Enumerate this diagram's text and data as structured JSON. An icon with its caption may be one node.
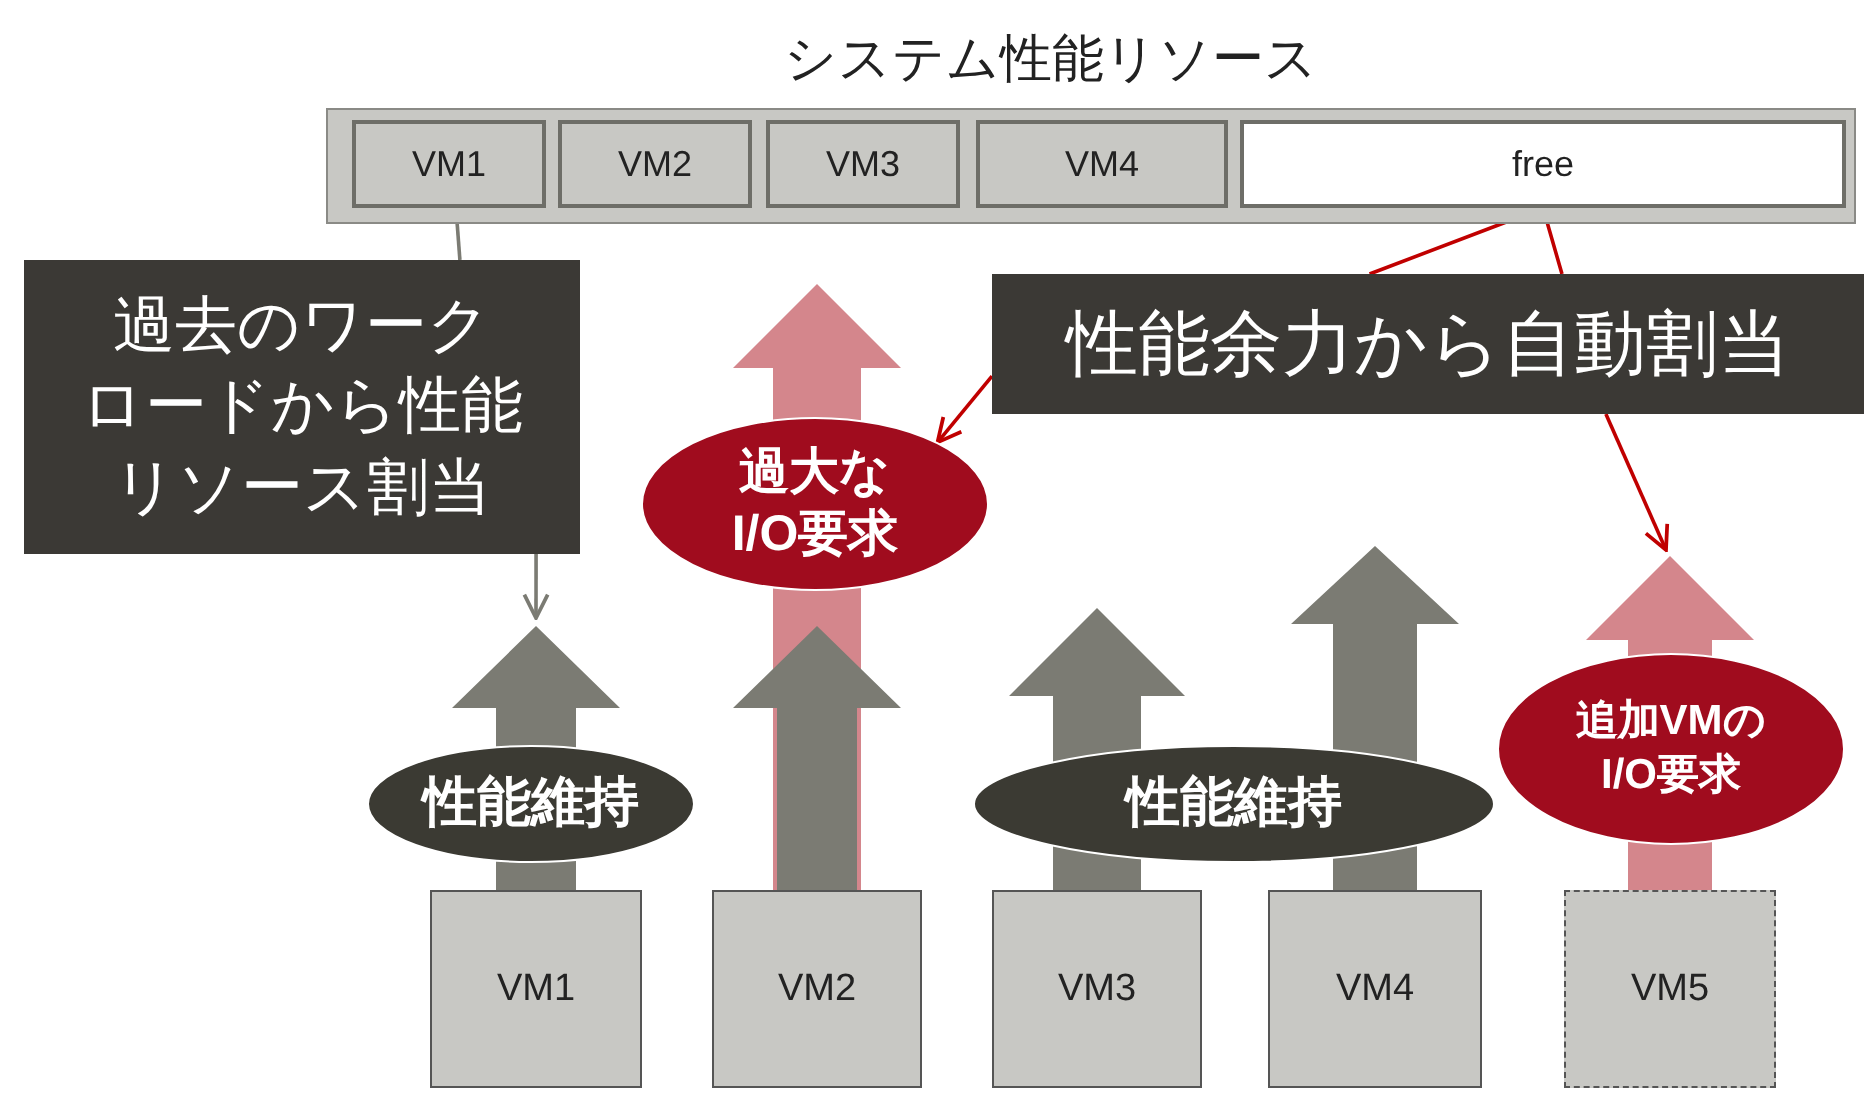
{
  "diagram": {
    "nodes": [
      {
        "text": [
          "システム性能リソース"
        ]
      },
      {
        "text": [
          "VM1"
        ],
        "in": 0
      },
      {
        "text": [
          "VM2"
        ],
        "in": 0
      },
      {
        "text": [
          "VM3"
        ],
        "in": 0
      },
      {
        "text": [
          "VM4"
        ],
        "in": 0
      },
      {
        "text": [
          "free"
        ],
        "in": 0
      },
      {
        "text": [
          "過去のワークロードから性能リソース割当"
        ]
      },
      {
        "text": [
          "性能余力から自動割当"
        ]
      },
      {
        "text": [
          "過大なI/O要求"
        ]
      },
      {
        "text": [
          "性能維持"
        ]
      },
      {
        "text": [
          "性能維持"
        ]
      },
      {
        "text": [
          "追加VMのI/O要求"
        ]
      },
      {
        "text": [
          "VM1"
        ]
      },
      {
        "text": [
          "VM2"
        ]
      },
      {
        "text": [
          "VM3"
        ]
      },
      {
        "text": [
          "VM4"
        ]
      },
      {
        "text": [
          "VM5"
        ]
      }
    ],
    "edges": [
      {
        "from": 12,
        "to": null,
        "arrow": "to",
        "style": "thick",
        "color": "#7b7b73"
      },
      {
        "from": 13,
        "to": null,
        "arrow": "to",
        "style": "thick",
        "color": "#d4868c"
      },
      {
        "from": 13,
        "to": null,
        "arrow": "to",
        "style": "thick",
        "color": "#7b7b73"
      },
      {
        "from": 14,
        "to": null,
        "arrow": "to",
        "style": "thick",
        "color": "#7b7b73"
      },
      {
        "from": 15,
        "to": null,
        "arrow": "to",
        "style": "thick",
        "color": "#7b7b73"
      },
      {
        "from": 16,
        "to": null,
        "arrow": "to",
        "style": "thick",
        "color": "#d4868c"
      },
      {
        "from": 1,
        "to": 6,
        "arrow": "none",
        "color": "#7b7b73"
      },
      {
        "from": 6,
        "to": null,
        "arrow": "to",
        "color": "#7b7b73"
      },
      {
        "from": 5,
        "to": 7,
        "arrow": "none",
        "color": "#c00000"
      },
      {
        "from": 7,
        "to": 8,
        "arrow": "to",
        "color": "#c00000"
      },
      {
        "from": 7,
        "to": null,
        "arrow": "to",
        "color": "#c00000"
      }
    ]
  }
}
